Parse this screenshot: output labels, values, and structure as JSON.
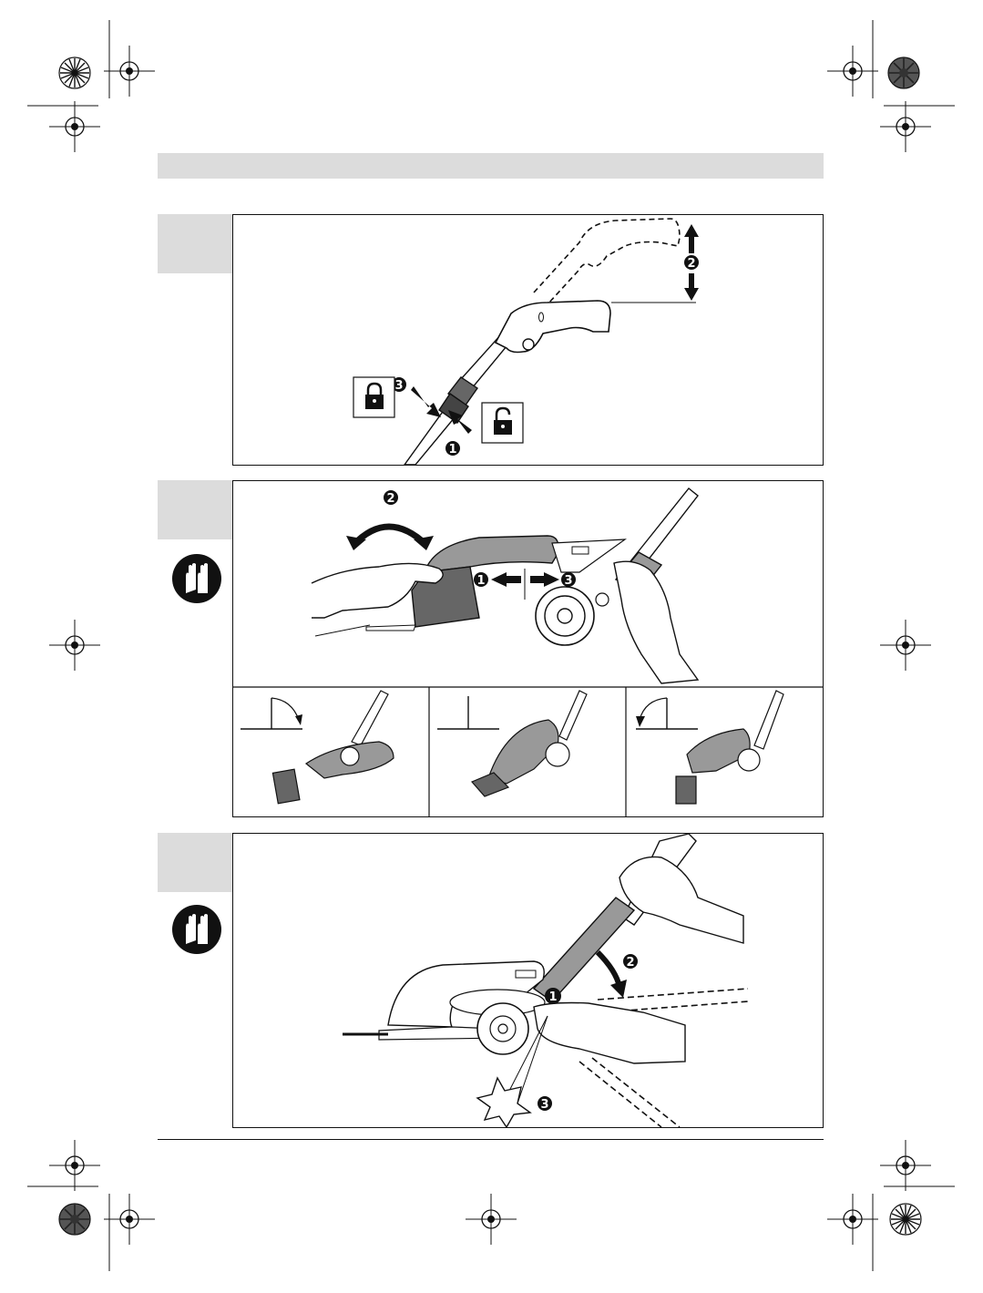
{
  "page": {
    "header_bar_color": "#dcdcdc",
    "ink_color": "#111111"
  },
  "figures": [
    {
      "id": "figure-1",
      "steps": [
        "1",
        "2",
        "3"
      ],
      "icons": [
        "lock-closed-icon",
        "lock-open-icon",
        "telescopic-handle-icon"
      ]
    },
    {
      "id": "figure-2",
      "steps": [
        "1",
        "2",
        "3"
      ],
      "icons": [
        "protective-gloves-icon",
        "shrub-shear-head-icon"
      ],
      "angle_positions": [
        "angle-tilt-down",
        "angle-upright",
        "angle-tilt-back"
      ]
    },
    {
      "id": "figure-3",
      "steps": [
        "1",
        "2",
        "3"
      ],
      "icons": [
        "protective-gloves-icon",
        "shrub-shear-head-icon",
        "click-burst-icon"
      ]
    }
  ]
}
